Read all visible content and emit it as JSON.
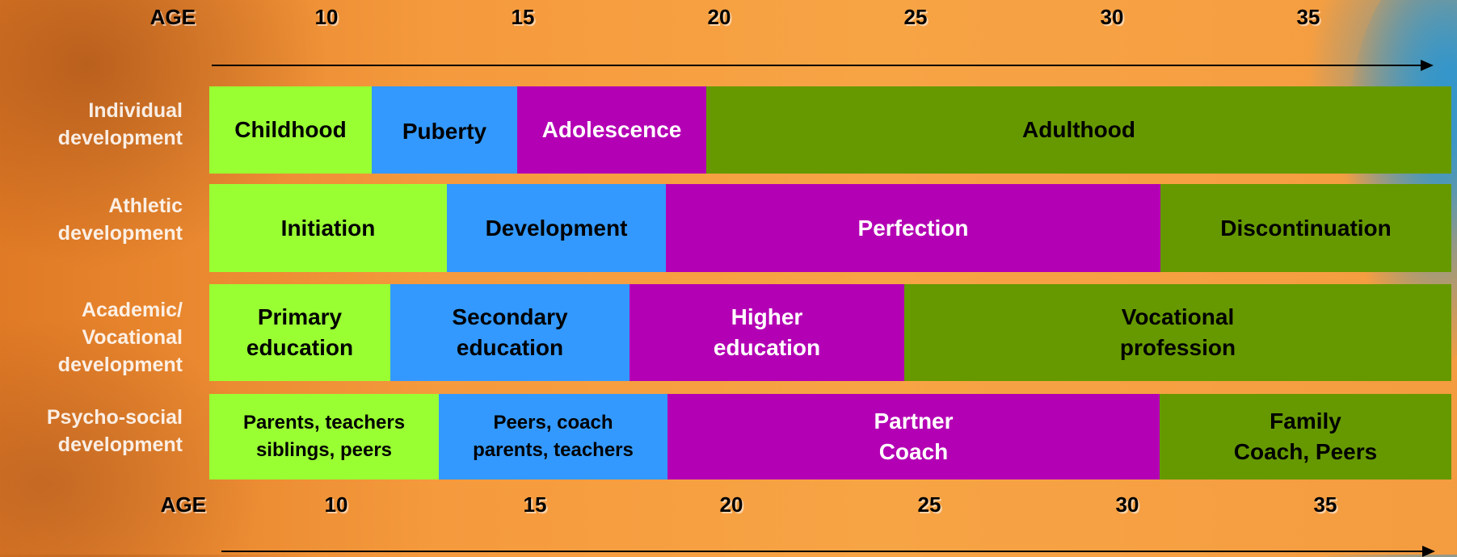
{
  "age_axis": {
    "label": "AGE",
    "ticks": [
      "10",
      "15",
      "20",
      "25",
      "30",
      "35"
    ]
  },
  "rows": [
    {
      "label": "Individual\ndevelopment",
      "segments": [
        {
          "text": "Childhood",
          "color": "#99ff33"
        },
        {
          "text": "Puberty",
          "color": "#3399ff"
        },
        {
          "text": "Adolescence",
          "color": "#b400b4"
        },
        {
          "text": "Adulthood",
          "color": "#669900"
        }
      ]
    },
    {
      "label": "Athletic\ndevelopment",
      "segments": [
        {
          "text": "Initiation",
          "color": "#99ff33"
        },
        {
          "text": "Development",
          "color": "#3399ff"
        },
        {
          "text": "Perfection",
          "color": "#b400b4"
        },
        {
          "text": "Discontinuation",
          "color": "#669900"
        }
      ]
    },
    {
      "label": "Academic/\nVocational\ndevelopment",
      "segments": [
        {
          "text": "Primary\neducation",
          "color": "#99ff33"
        },
        {
          "text": "Secondary\neducation",
          "color": "#3399ff"
        },
        {
          "text": "Higher\neducation",
          "color": "#b400b4"
        },
        {
          "text": "Vocational\nprofession",
          "color": "#669900"
        }
      ]
    },
    {
      "label": "Psycho-social\ndevelopment",
      "segments": [
        {
          "text": "Parents, teachers\nsiblings, peers",
          "color": "#99ff33"
        },
        {
          "text": "Peers, coach\nparents, teachers",
          "color": "#3399ff"
        },
        {
          "text": "Partner\nCoach",
          "color": "#b400b4"
        },
        {
          "text": "Family\nCoach, Peers",
          "color": "#669900"
        }
      ]
    }
  ]
}
